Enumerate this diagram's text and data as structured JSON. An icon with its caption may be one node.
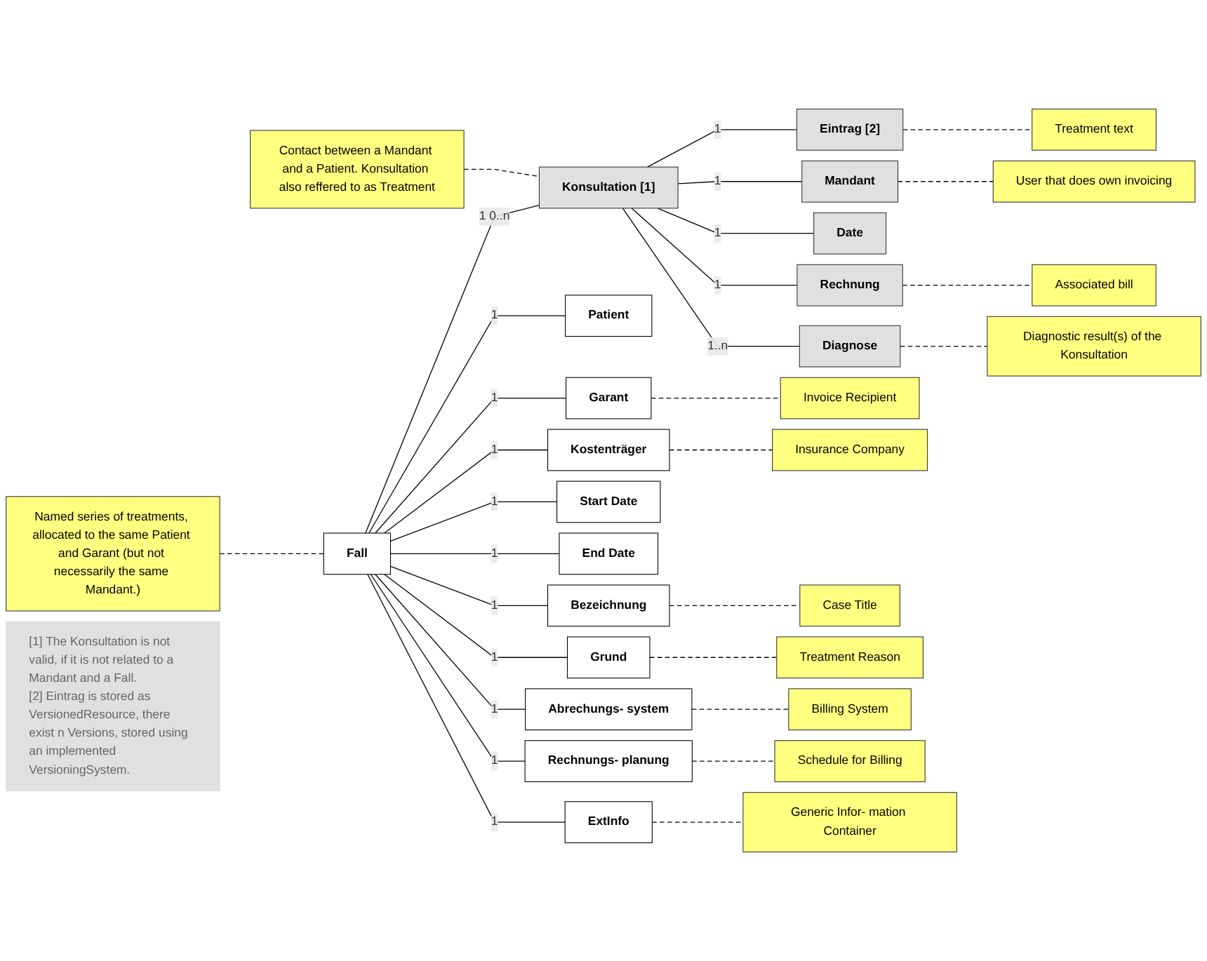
{
  "diagram": {
    "nodes": [
      {
        "text": [
          "Named series of treatments, allocated to the same Patient and Garant (but not necessarily the same Mandant.)"
        ]
      },
      {
        "text": [
          "Contact between a Mandant and a Patient. Konsultation also reffered to as Treatment"
        ]
      },
      {
        "text": [
          "Fall"
        ]
      },
      {
        "text": [
          "Konsultation [1]"
        ]
      },
      {
        "text": [
          "Patient"
        ]
      },
      {
        "text": [
          "Invoice Recipient"
        ]
      },
      {
        "text": [
          "Garant"
        ]
      },
      {
        "text": [
          "Insurance Company"
        ]
      },
      {
        "text": [
          "Kostenträger"
        ]
      },
      {
        "text": [
          "Start Date"
        ]
      },
      {
        "text": [
          "End Date"
        ]
      },
      {
        "text": [
          "Case Title"
        ]
      },
      {
        "text": [
          "Bezeichnung"
        ]
      },
      {
        "text": [
          "Treatment Reason"
        ]
      },
      {
        "text": [
          "Grund"
        ]
      },
      {
        "text": [
          "Billing System"
        ]
      },
      {
        "text": [
          "Abrechungs- system"
        ]
      },
      {
        "text": [
          "Schedule for Billing"
        ]
      },
      {
        "text": [
          "Rechnungs- planung"
        ]
      },
      {
        "text": [
          "Generic Infor- mation Container"
        ]
      },
      {
        "text": [
          "ExtInfo"
        ]
      },
      {
        "text": [
          "Eintrag [2]"
        ]
      },
      {
        "text": [
          "Treatment text"
        ]
      },
      {
        "text": [
          "Mandant"
        ]
      },
      {
        "text": [
          "User that does own invoicing"
        ]
      },
      {
        "text": [
          "Date"
        ]
      },
      {
        "text": [
          "Rechnung"
        ]
      },
      {
        "text": [
          "Associated bill"
        ]
      },
      {
        "text": [
          "Diagnose"
        ]
      },
      {
        "text": [
          "Diagnostic result(s) of the Konsultation"
        ]
      },
      {
        "text": [
          "[1] The Konsultation is not valid, if it is not related to a Mandant and a Fall.",
          "[2] Eintrag is stored as VersionedResource, there exist n Versions, stored using an implemented VersioningSystem."
        ]
      }
    ],
    "edges": [
      {
        "from": 0,
        "to": 2,
        "arrow": "none",
        "style": "dashed"
      },
      {
        "from": 1,
        "to": 3,
        "arrow": "none",
        "style": "dashed"
      },
      {
        "from": 2,
        "to": 3,
        "arrow": "none",
        "label": "1 0..n"
      },
      {
        "from": 2,
        "to": 4,
        "arrow": "none",
        "label": "1"
      },
      {
        "from": 2,
        "to": 6,
        "arrow": "none",
        "label": "1"
      },
      {
        "from": 2,
        "to": 8,
        "arrow": "none",
        "label": "1"
      },
      {
        "from": 2,
        "to": 9,
        "arrow": "none",
        "label": "1"
      },
      {
        "from": 2,
        "to": 10,
        "arrow": "none",
        "label": "1"
      },
      {
        "from": 2,
        "to": 12,
        "arrow": "none",
        "label": "1"
      },
      {
        "from": 2,
        "to": 14,
        "arrow": "none",
        "label": "1"
      },
      {
        "from": 2,
        "to": 16,
        "arrow": "none",
        "label": "1"
      },
      {
        "from": 2,
        "to": 18,
        "arrow": "none",
        "label": "1"
      },
      {
        "from": 2,
        "to": 20,
        "arrow": "none",
        "label": "1"
      },
      {
        "from": 5,
        "to": 6,
        "arrow": "none",
        "style": "dashed"
      },
      {
        "from": 7,
        "to": 8,
        "arrow": "none",
        "style": "dashed"
      },
      {
        "from": 11,
        "to": 12,
        "arrow": "none",
        "style": "dashed"
      },
      {
        "from": 13,
        "to": 14,
        "arrow": "none",
        "style": "dashed"
      },
      {
        "from": 15,
        "to": 16,
        "arrow": "none",
        "style": "dashed"
      },
      {
        "from": 17,
        "to": 18,
        "arrow": "none",
        "style": "dashed"
      },
      {
        "from": 19,
        "to": 20,
        "arrow": "none",
        "style": "dashed"
      },
      {
        "from": 3,
        "to": 21,
        "arrow": "none",
        "label": "1"
      },
      {
        "from": 3,
        "to": 23,
        "arrow": "none",
        "label": "1"
      },
      {
        "from": 3,
        "to": 25,
        "arrow": "none",
        "label": "1"
      },
      {
        "from": 3,
        "to": 26,
        "arrow": "none",
        "label": "1"
      },
      {
        "from": 3,
        "to": 28,
        "arrow": "none",
        "label": "1..n"
      },
      {
        "from": 21,
        "to": 22,
        "arrow": "none",
        "style": "dashed"
      },
      {
        "from": 23,
        "to": 24,
        "arrow": "none",
        "style": "dashed"
      },
      {
        "from": 26,
        "to": 27,
        "arrow": "none",
        "style": "dashed"
      },
      {
        "from": 28,
        "to": 29,
        "arrow": "none",
        "style": "dashed"
      }
    ]
  }
}
